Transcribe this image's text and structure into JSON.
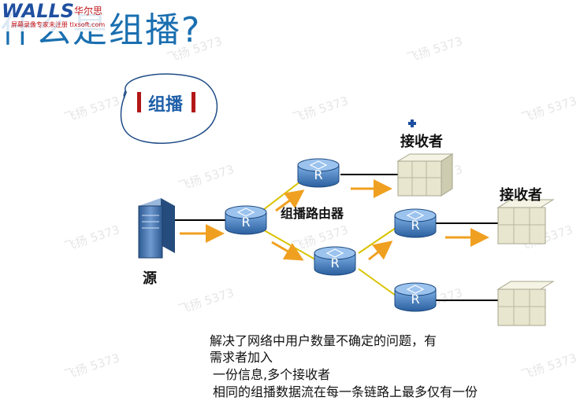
{
  "header": {
    "title": "什么是组播?",
    "logo_text": "WALLS",
    "logo_sub_cn": "华尔思",
    "logo_sub_line": "屏幕录像专家未注册 tlxsoft.com"
  },
  "watermark": "飞扬 5373",
  "callout": {
    "label": "组播"
  },
  "diagram": {
    "router_letter": "R",
    "source_label": "源",
    "multicast_router_label": "组播路由器",
    "receiver_top_label": "接收者",
    "receiver_right_label": "接收者"
  },
  "description": {
    "line1": "解决了网络中用户数量不确定的问题，有",
    "line2": "需求者加入",
    "line3": "一份信息,多个接收者",
    "line4": "相同的组播数据流在每一条链路上最多仅有一份"
  },
  "colors": {
    "title": "#1a6fb0",
    "router_fill": "#3f7cc0",
    "arrow": "#f0a020",
    "link_yellow": "#d9c300",
    "receiver_fill": "#e8e6cf",
    "callout_bar": "#b31818"
  }
}
